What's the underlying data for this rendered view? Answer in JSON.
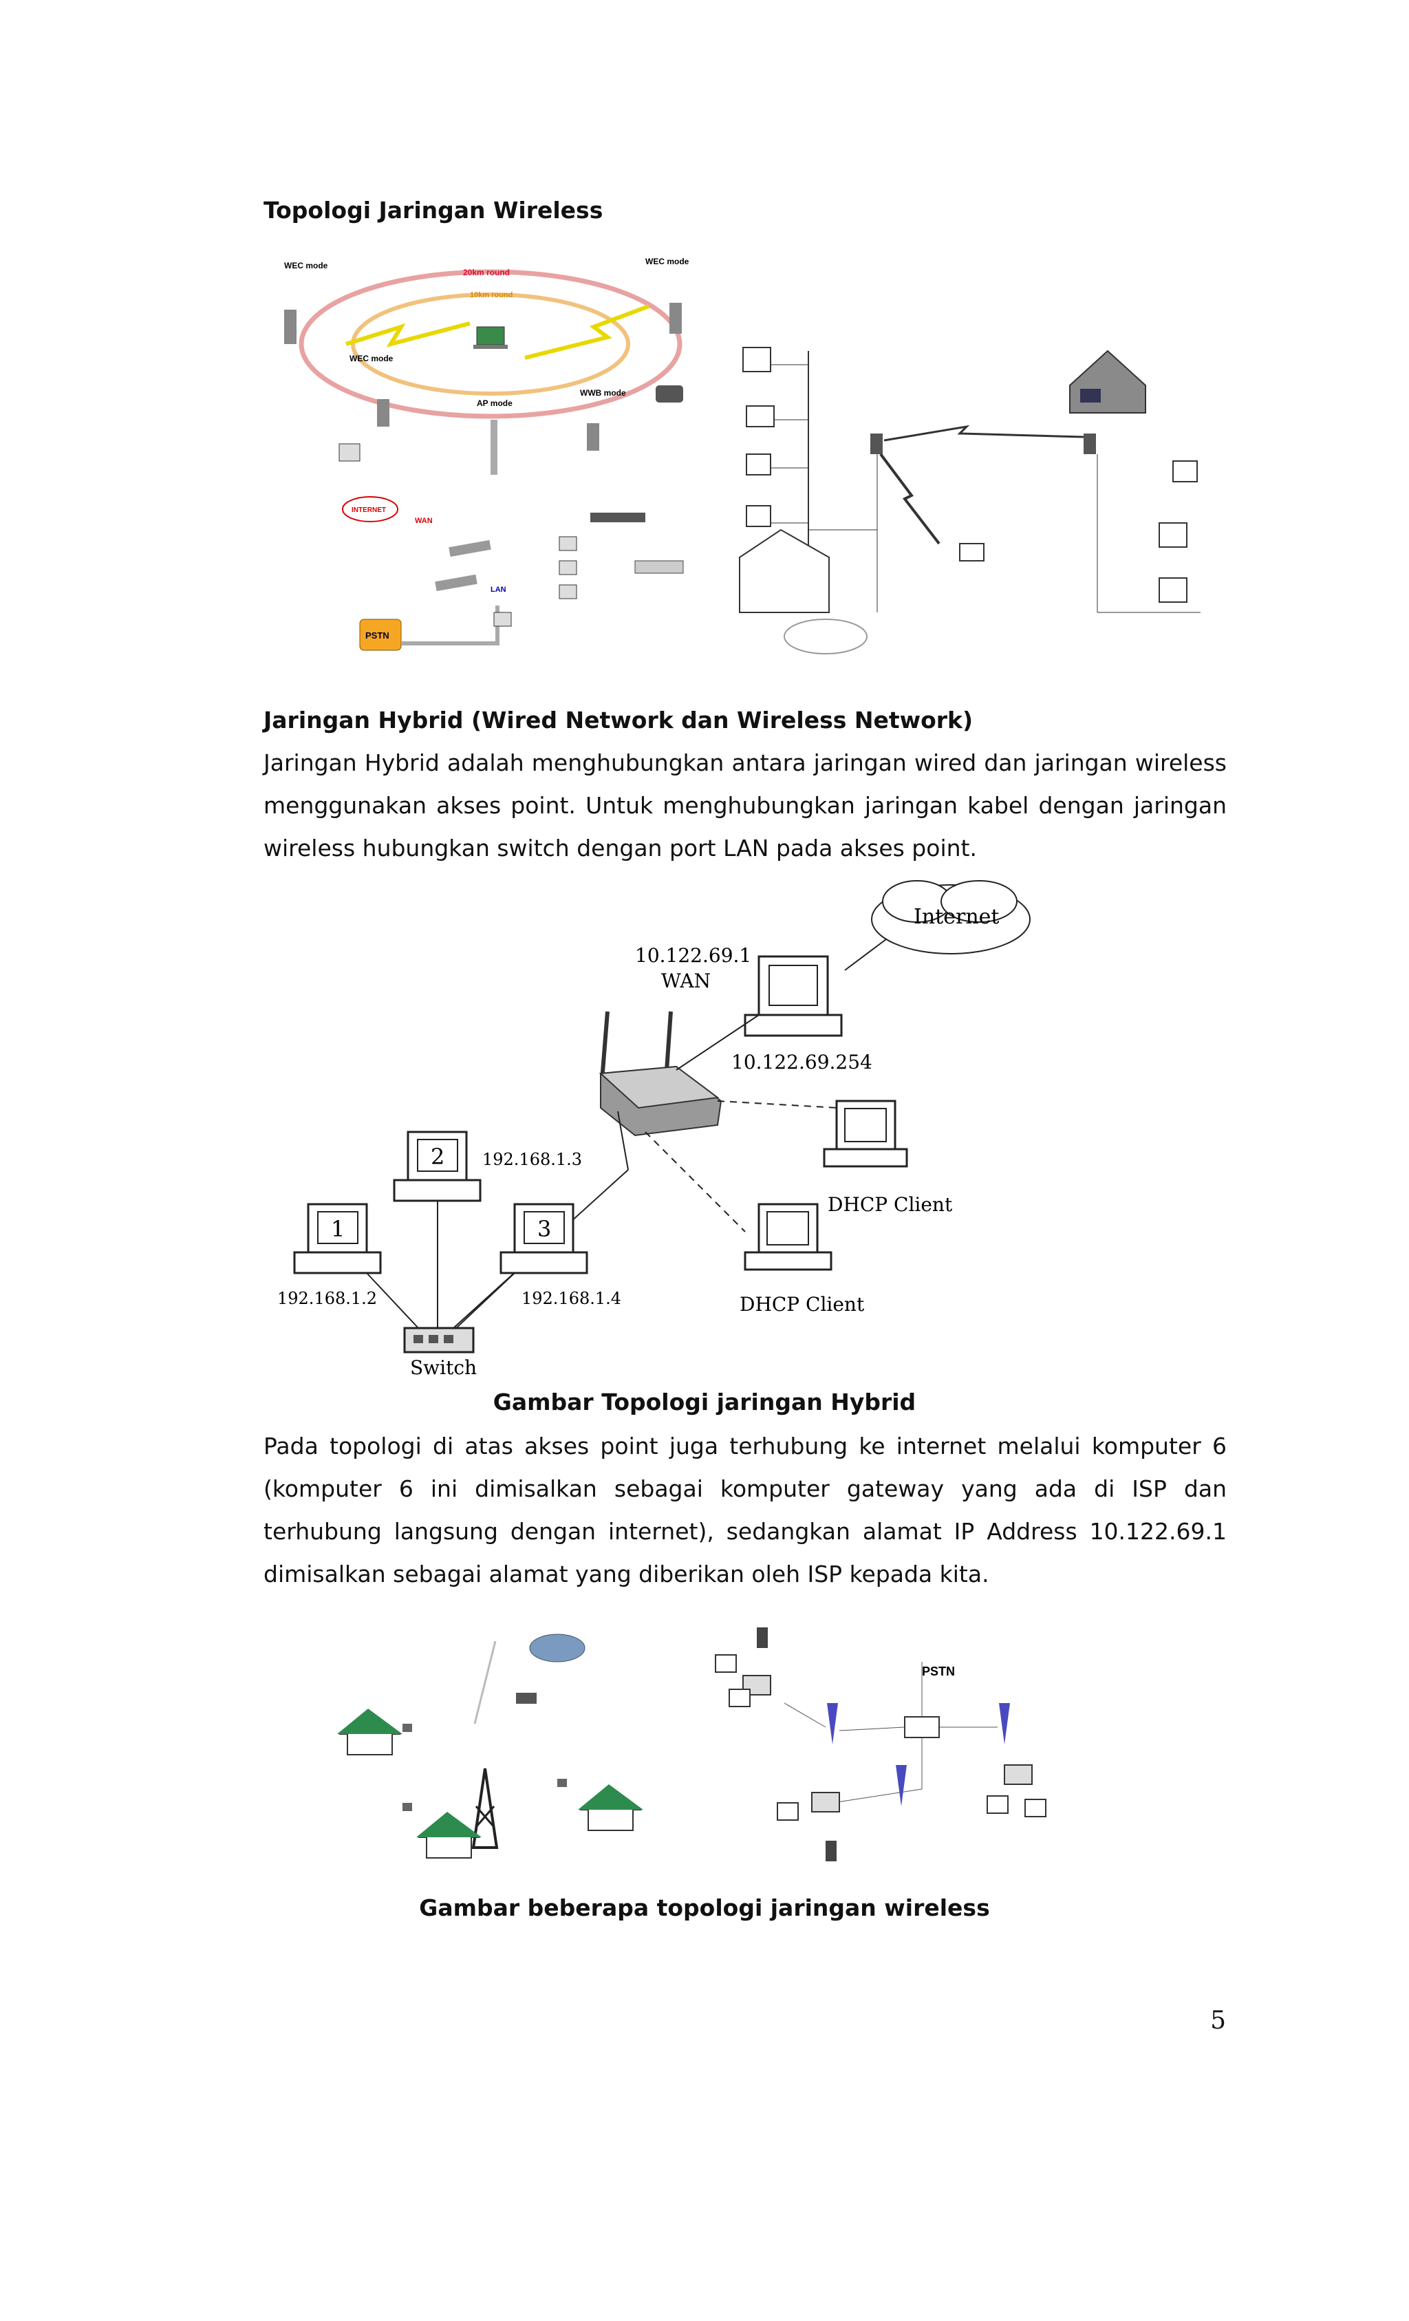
{
  "sections": {
    "wireless_heading": "Topologi Jaringan Wireless",
    "hybrid_heading": "Jaringan Hybrid (Wired Network dan Wireless Network)",
    "hybrid_paragraph": "Jaringan Hybrid adalah menghubungkan antara jaringan wired dan jaringan wireless menggunakan akses point. Untuk menghubungkan jaringan kabel dengan jaringan wireless hubungkan switch dengan port LAN pada akses point.",
    "hybrid_caption": "Gambar Topologi jaringan Hybrid",
    "topology_paragraph": "Pada topologi di atas akses point juga terhubung ke internet melalui komputer 6 (komputer 6 ini dimisalkan sebagai komputer gateway yang ada di ISP dan terhubung langsung dengan internet), sedangkan alamat IP Address 10.122.69.1 dimisalkan sebagai alamat yang diberikan oleh ISP kepada kita.",
    "wireless_caption": "Gambar beberapa topologi jaringan wireless"
  },
  "figure1": {
    "wec_mode_left": "WEC mode",
    "wec_mode_right": "WEC mode",
    "range_20km": "20km round",
    "range_10km": "10km round",
    "wec_mode_mid": "WEC mode",
    "ap_mode": "AP mode",
    "wwb_mode": "WWB mode",
    "internet": "INTERNET",
    "wan": "WAN",
    "lan": "LAN",
    "pstn": "PSTN"
  },
  "figure2": {
    "wan_ip": "10.122.69.1",
    "wan_label": "WAN",
    "internet": "Internet",
    "gateway_ip": "10.122.69.254",
    "dhcp_client_1": "DHCP Client",
    "dhcp_client_2": "DHCP Client",
    "pc1_num": "1",
    "pc2_num": "2",
    "pc3_num": "3",
    "pc1_ip": "192.168.1.2",
    "pc2_ip": "192.168.1.3",
    "pc3_ip": "192.168.1.4",
    "switch": "Switch"
  },
  "figure3": {
    "pstn": "PSTN"
  },
  "page_number": "5"
}
